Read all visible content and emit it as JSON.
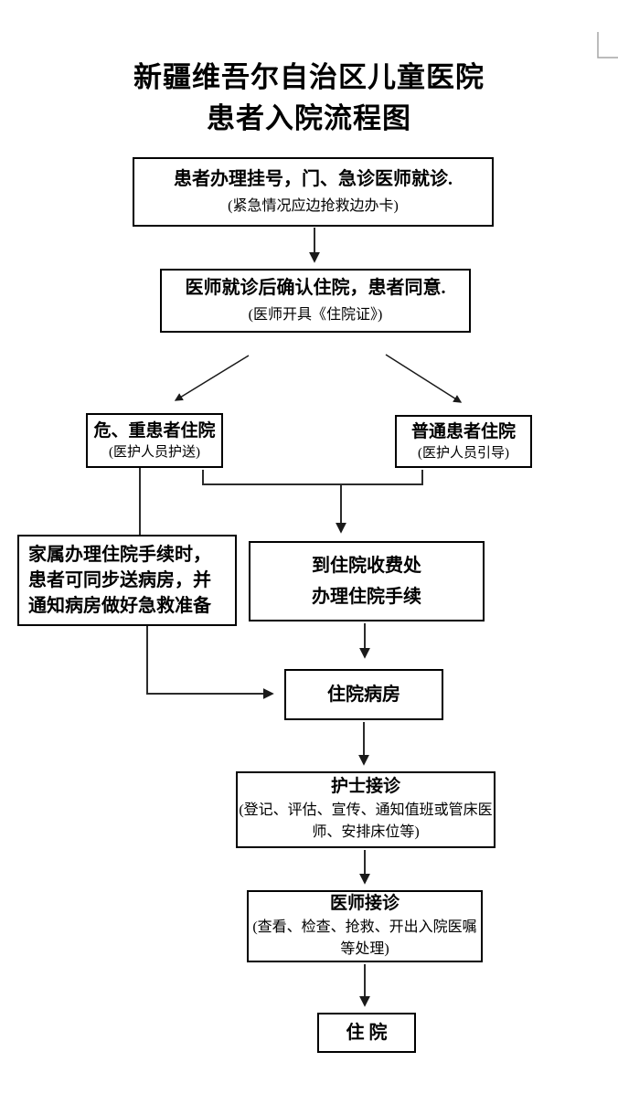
{
  "title": {
    "line1": "新疆维吾尔自治区儿童医院",
    "line2": "患者入院流程图"
  },
  "nodes": {
    "register": {
      "main": "患者办理挂号，门、急诊医师就诊.",
      "sub": "(紧急情况应边抢救边办卡)"
    },
    "confirm": {
      "main": "医师就诊后确认住院，患者同意.",
      "sub": "(医师开具《住院证》)"
    },
    "critical": {
      "main": "危、重患者住院",
      "sub": "(医护人员护送)"
    },
    "normal": {
      "main": "普通患者住院",
      "sub": "(医护人员引导)"
    },
    "family": {
      "main": "家属办理住院手续时，患者可同步送病房，并通知病房做好急救准备"
    },
    "fee": {
      "line1": "到住院收费处",
      "line2": "办理住院手续"
    },
    "ward": {
      "main": "住院病房"
    },
    "nurse": {
      "main": "护士接诊",
      "sub": "(登记、评估、宣传、通知值班或管床医师、安排床位等)"
    },
    "doctor": {
      "main": "医师接诊",
      "sub": "(查看、检查、抢救、开出入院医嘱等处理)"
    },
    "admitted": {
      "main": "住 院"
    }
  },
  "colors": {
    "text": "#000000",
    "box_border": "#000000",
    "connector_line": "#2b2b2b",
    "background": "#ffffff",
    "corner_mark": "#a6a6a6"
  }
}
